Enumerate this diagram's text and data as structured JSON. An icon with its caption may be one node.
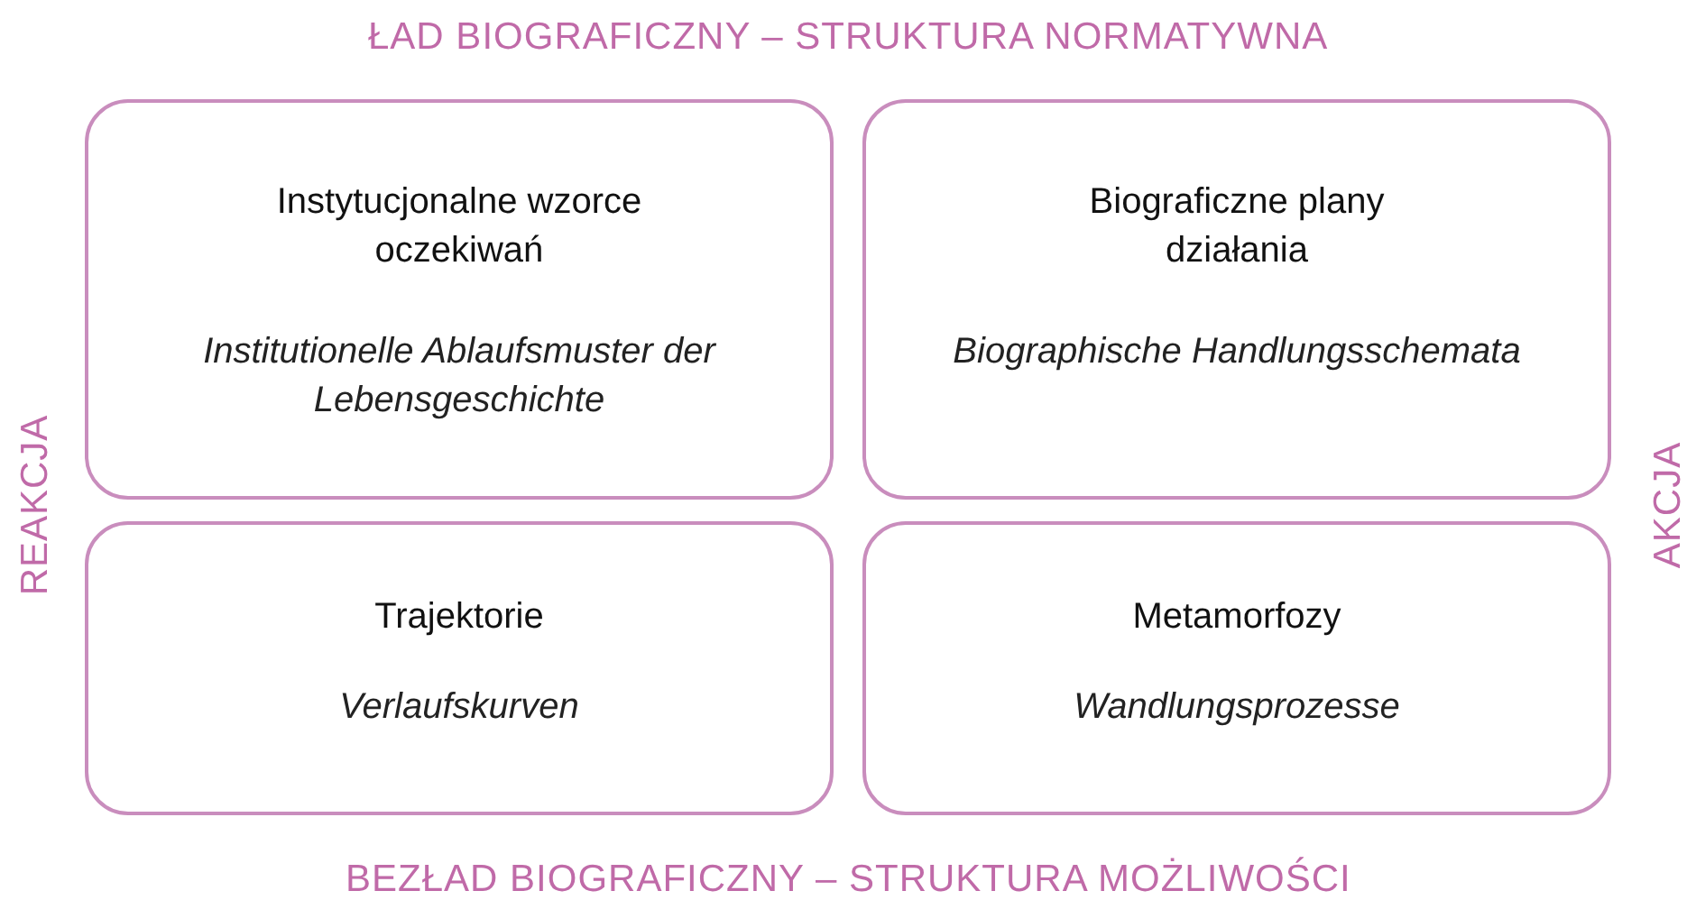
{
  "diagram": {
    "nodes": [
      {
        "text": [
          "Instytucjonalne wzorce oczekiwań",
          "Institutionelle Ablaufsmuster der Lebensgeschichte"
        ]
      },
      {
        "text": [
          "Biograficzne plany działania",
          "Biographische Handlungsschemata"
        ]
      },
      {
        "text": [
          "Trajektorie",
          "Verlaufskurven"
        ]
      },
      {
        "text": [
          "Metamorfozy",
          "Wandlungsprozesse"
        ]
      }
    ],
    "edges": [],
    "labels": [
      "ŁAD BIOGRAFICZNY – STRUKTURA NORMATYWNA",
      "REAKCJA",
      "AKCJA",
      "BEZŁAD BIOGRAFICZNY – STRUKTURA MOŻLIWOŚCI"
    ]
  }
}
